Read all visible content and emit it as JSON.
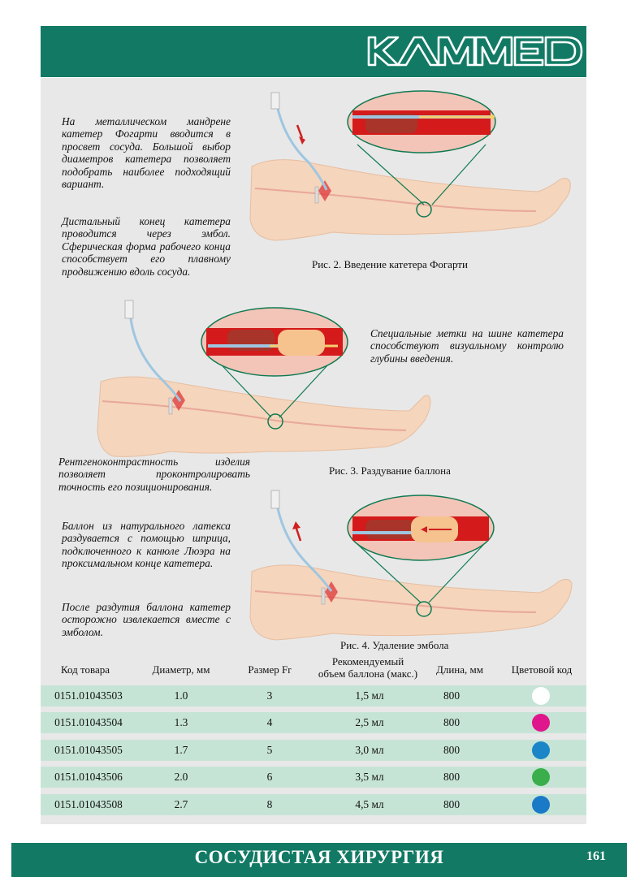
{
  "brand": {
    "logo_text": "KAMMED"
  },
  "paragraphs": {
    "p1": "На металлическом мандрене катетер Фогарти вводится в просвет сосуда. Большой выбор диаметров катетера позволяет подобрать наиболее подходящий вариант.",
    "p2": "Дистальный конец катетера проводится через эмбол. Сферическая форма рабочего конца способствует его плавному продвижению вдоль сосуда.",
    "p3": "Специальные метки на шине катетера способствуют визуальному контролю глубины введения.",
    "p4": "Рентгеноконтрастность изделия позволяет проконтролировать точность его позиционирования.",
    "p5": "Баллон из натурального латекса раздувается с помощью шприца, подключенного к канюле Люэра на проксимальном конце катетера.",
    "p6": "После раздутия баллона катетер осторожно извлекается вместе с эмболом."
  },
  "captions": {
    "fig2": "Рис. 2. Введение катетера Фогарти",
    "fig3": "Рис. 3. Раздувание баллона",
    "fig4": "Рис. 4. Удаление эмбола"
  },
  "table": {
    "headers": {
      "code": "Код товара",
      "diameter": "Диаметр, мм",
      "size": "Размер Fr",
      "volume_line1": "Рекомендуемый",
      "volume_line2": "объем баллона (макс.)",
      "length": "Длина, мм",
      "color": "Цветовой код"
    },
    "rows": [
      {
        "code": "0151.01043503",
        "diameter": "1.0",
        "size": "3",
        "volume": "1,5 мл",
        "length": "800",
        "color": "#ffffff"
      },
      {
        "code": "0151.01043504",
        "diameter": "1.3",
        "size": "4",
        "volume": "2,5 мл",
        "length": "800",
        "color": "#e0168c"
      },
      {
        "code": "0151.01043505",
        "diameter": "1.7",
        "size": "5",
        "volume": "3,0 мл",
        "length": "800",
        "color": "#1a86c8"
      },
      {
        "code": "0151.01043506",
        "diameter": "2.0",
        "size": "6",
        "volume": "3,5 мл",
        "length": "800",
        "color": "#3aae4a"
      },
      {
        "code": "0151.01043508",
        "diameter": "2.7",
        "size": "8",
        "volume": "4,5 мл",
        "length": "800",
        "color": "#1a7ac8"
      }
    ]
  },
  "footer": {
    "title": "СОСУДИСТАЯ ХИРУРГИЯ",
    "page": "161"
  }
}
